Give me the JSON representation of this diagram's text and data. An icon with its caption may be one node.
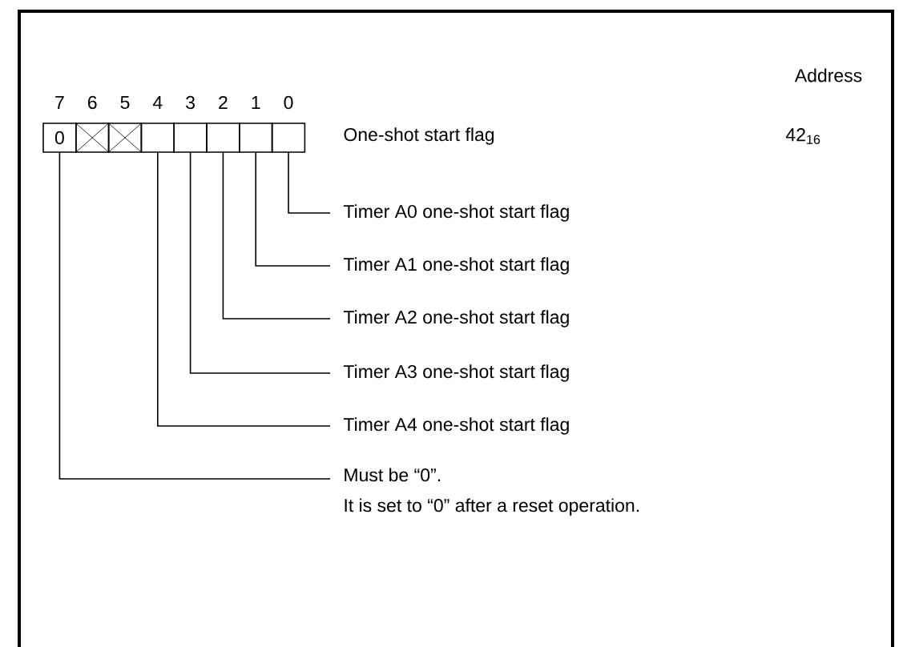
{
  "diagram": {
    "nodes": [
      {
        "text": [
          "0"
        ]
      },
      {
        "text": [],
        "shape": "box"
      },
      {
        "text": [],
        "shape": "box"
      },
      {
        "text": [],
        "shape": "box"
      },
      {
        "text": [],
        "shape": "box"
      },
      {
        "text": [],
        "shape": "box"
      },
      {
        "text": [],
        "shape": "box"
      },
      {
        "text": [],
        "shape": "box"
      },
      {
        "text": [
          "Timer A0 one-shot start flag"
        ]
      },
      {
        "text": [
          "Timer A1 one-shot start flag"
        ]
      },
      {
        "text": [
          "Timer A2 one-shot start flag"
        ]
      },
      {
        "text": [
          "Timer A3 one-shot start flag"
        ]
      },
      {
        "text": [
          "Timer A4 one-shot start flag"
        ]
      },
      {
        "text": [
          "Must be “0”.",
          "It is set to “0” after a reset operation."
        ]
      }
    ],
    "edges": [
      {
        "from": 8,
        "to": 7,
        "arrow": "none"
      },
      {
        "from": 9,
        "to": 6,
        "arrow": "none"
      },
      {
        "from": 10,
        "to": 5,
        "arrow": "none"
      },
      {
        "from": 11,
        "to": 4,
        "arrow": "none"
      },
      {
        "from": 12,
        "to": 3,
        "arrow": "none"
      },
      {
        "from": 13,
        "to": 0,
        "arrow": "none"
      }
    ],
    "labels": [
      "Address",
      "7",
      "6",
      "5",
      "4",
      "3",
      "2",
      "1",
      "0",
      "One-shot start flag",
      "42$_{16}$"
    ]
  }
}
